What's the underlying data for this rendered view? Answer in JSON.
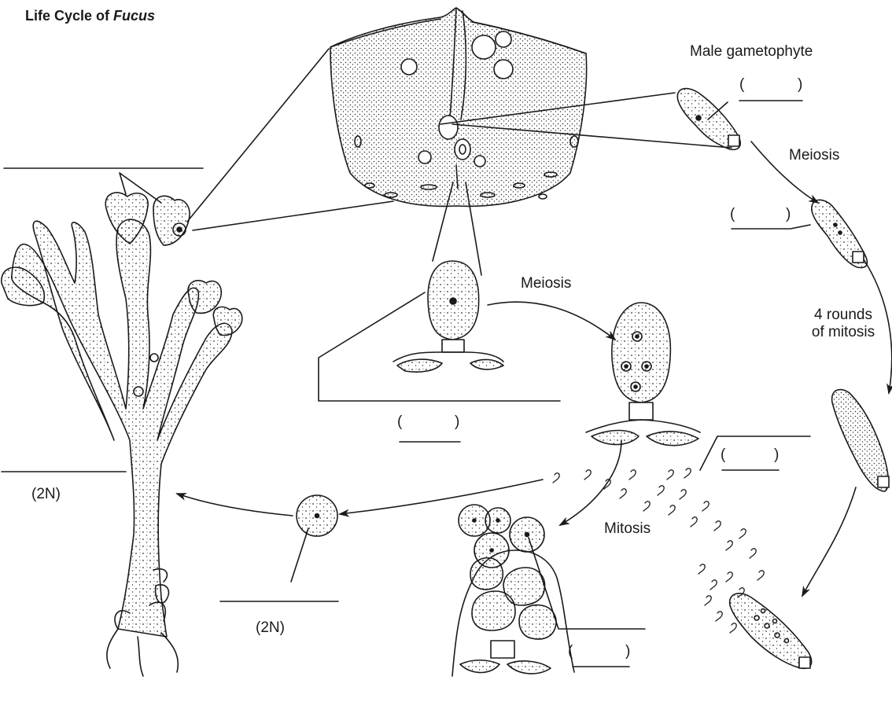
{
  "title": {
    "prefix": "Life Cycle of ",
    "genus": "Fucus"
  },
  "labels": {
    "male_gametophyte": "Male gametophyte",
    "meiosis_1": "Meiosis",
    "meiosis_2": "Meiosis",
    "mitosis_rounds_line1": "4 rounds",
    "mitosis_rounds_line2": "of mitosis",
    "mitosis": "Mitosis",
    "ploidy_sporophyte": "(2N)",
    "ploidy_zygote": "(2N)"
  },
  "blanks": {
    "open_paren": "(",
    "close_paren": ")"
  },
  "colors": {
    "ink": "#1a1a1a",
    "background": "#ffffff"
  }
}
